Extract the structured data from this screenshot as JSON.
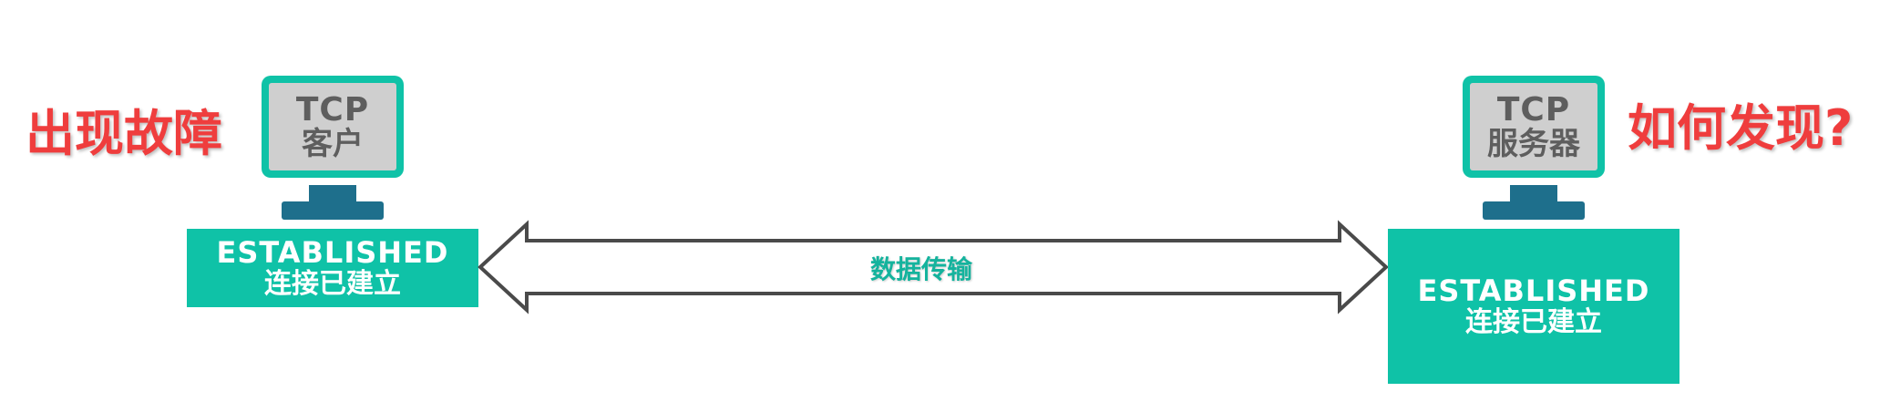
{
  "client": {
    "monitor_line1": "TCP",
    "monitor_line2": "客户",
    "state_en": "ESTABLISHED",
    "state_cn": "连接已建立",
    "callout": "出现故障"
  },
  "server": {
    "monitor_line1": "TCP",
    "monitor_line2": "服务器",
    "state_en": "ESTABLISHED",
    "state_cn": "连接已建立",
    "callout": "如何发现?"
  },
  "arrow": {
    "label": "数据传输"
  },
  "colors": {
    "teal": "#0fc2a7",
    "monitor_stand": "#1e6f8c",
    "screen_gray": "#cfcfcf",
    "callout_red": "#ef3d3d",
    "arrow_label": "#14b39d"
  }
}
